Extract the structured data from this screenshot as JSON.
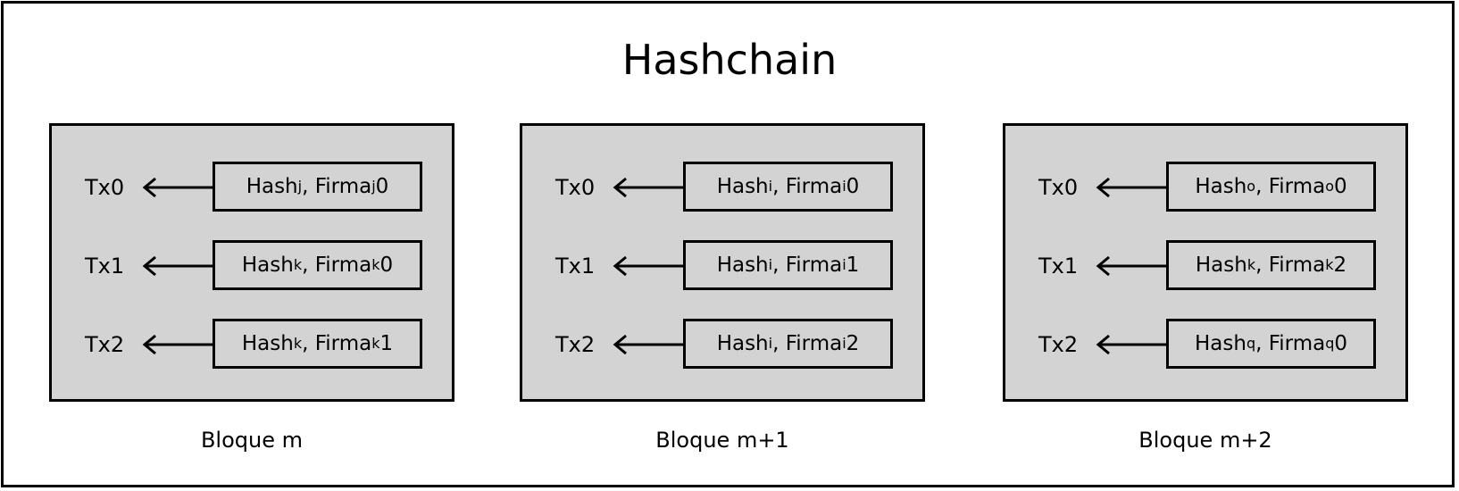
{
  "title": "Hashchain",
  "blocks": [
    {
      "label": "Bloque m",
      "rows": [
        {
          "tx": "Tx0",
          "hash": "Hash",
          "hash_sub": "j",
          "firma": "Firma",
          "firma_sub": "j",
          "suffix": "0"
        },
        {
          "tx": "Tx1",
          "hash": "Hash",
          "hash_sub": "k",
          "firma": "Firma",
          "firma_sub": "k",
          "suffix": "0"
        },
        {
          "tx": "Tx2",
          "hash": "Hash",
          "hash_sub": "k",
          "firma": "Firma",
          "firma_sub": "k",
          "suffix": "1"
        }
      ]
    },
    {
      "label": "Bloque m+1",
      "rows": [
        {
          "tx": "Tx0",
          "hash": "Hash",
          "hash_sub": "i",
          "firma": "Firma",
          "firma_sub": "i",
          "suffix": "0"
        },
        {
          "tx": "Tx1",
          "hash": "Hash",
          "hash_sub": "i",
          "firma": "Firma",
          "firma_sub": "i",
          "suffix": "1"
        },
        {
          "tx": "Tx2",
          "hash": "Hash",
          "hash_sub": "i",
          "firma": "Firma",
          "firma_sub": "i",
          "suffix": "2"
        }
      ]
    },
    {
      "label": "Bloque m+2",
      "rows": [
        {
          "tx": "Tx0",
          "hash": "Hash",
          "hash_sub": "o",
          "firma": "Firma",
          "firma_sub": "o",
          "suffix": "0"
        },
        {
          "tx": "Tx1",
          "hash": "Hash",
          "hash_sub": "k",
          "firma": "Firma",
          "firma_sub": "k",
          "suffix": "2"
        },
        {
          "tx": "Tx2",
          "hash": "Hash",
          "hash_sub": "q",
          "firma": "Firma",
          "firma_sub": "q",
          "suffix": "0"
        }
      ]
    }
  ],
  "colors": {
    "block_fill": "#d3d3d3",
    "stroke": "#000000",
    "background": "#ffffff"
  }
}
